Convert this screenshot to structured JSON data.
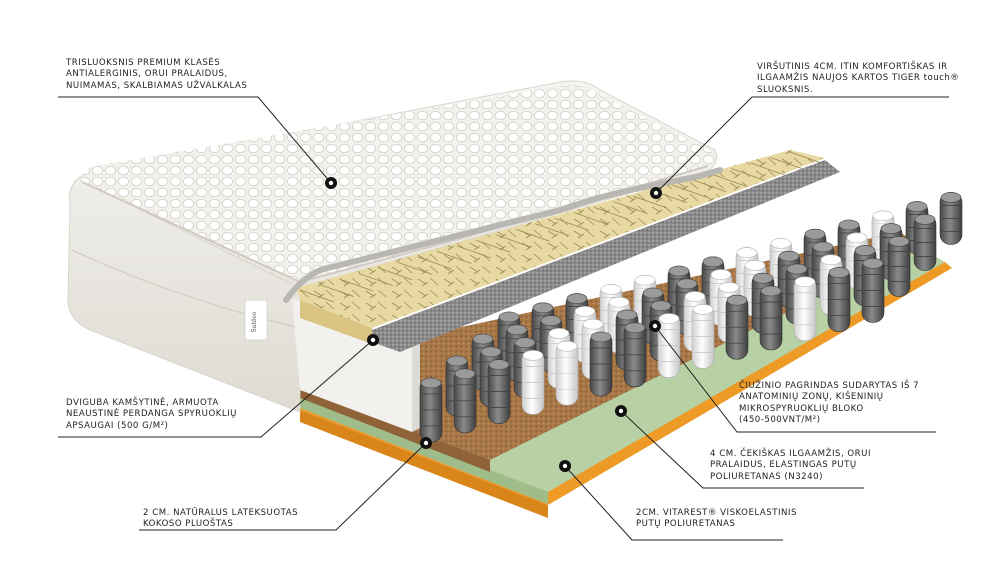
{
  "callouts": {
    "top_cover": [
      "TRISLUOKSNIS PREMIUM KLASĖS",
      "ANTIALERGINIS, ORUI PRALAIDUS,",
      "NUIMAMAS, SKALBIAMAS UŽVALKALAS"
    ],
    "tiger_layer": [
      "VIRŠUTINIS 4CM. ITIN KOMFORTIŠKAS IR",
      "ILGAAMŽIS NAUJOS KARTOS TIGER touch®",
      "SLUOKSNIS."
    ],
    "spring_base": [
      "ČIUŽINIO PAGRINDAS SUDARYTAS IŠ 7",
      "ANATOMINIŲ ZONŲ, KIŠENINIŲ",
      "MIKROSPYRUOKLIŲ BLOKO",
      "(450-500VNT/M²)"
    ],
    "foam_layer": [
      "4 CM. ČEKIŠKAS ILGAAMŽIS, ORUI",
      "PRALAIDUS, ELASTINGAS PUTŲ",
      "POLIURETANAS (N3240)"
    ],
    "visco_layer": [
      "2CM. VITAREST® VISKOELASTINIS",
      "PUTŲ POLIURETANAS"
    ],
    "felt_layer": [
      "DVIGUBA KAMŠYTINĖ, ARMUOTA",
      "NEAUSTINĖ PERDANGA SPYRUOKLIŲ",
      "APSAUGAI (500 G/M²)"
    ],
    "coco_layer": [
      "2 CM. NATŪRALUS LATEKSUOTAS",
      "KOKOSO PLUOŠTAS"
    ]
  },
  "brand_label": "Saldeo",
  "colors": {
    "orange": "#ee9a27",
    "green": "#b7d1a4",
    "coco": "#a87748",
    "felt": "#7a7a7a",
    "latex": "#e8d9a2",
    "cover": "#f1efe9",
    "spring_dark": "#5e5e5e",
    "spring_light": "#f4f4f4"
  }
}
